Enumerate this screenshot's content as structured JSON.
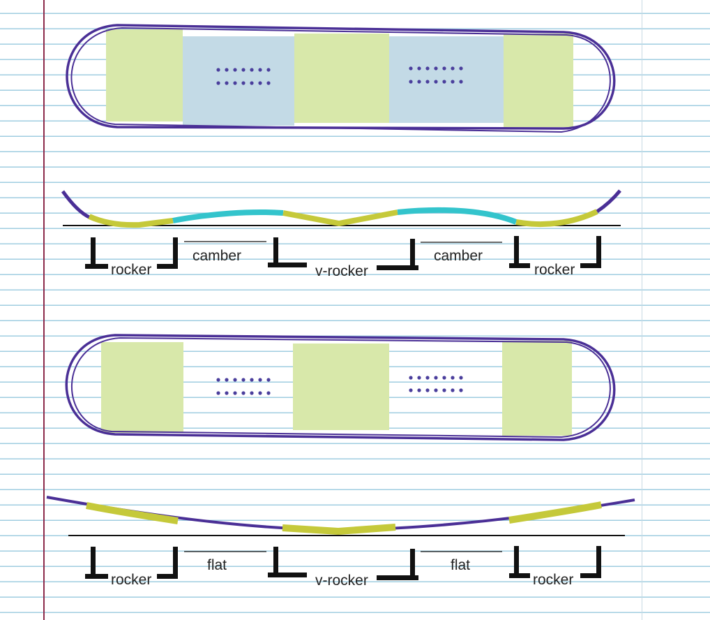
{
  "diagrams": [
    {
      "labels": [
        {
          "id": "rocker-left",
          "text": "rocker"
        },
        {
          "id": "camber-left",
          "text": "camber"
        },
        {
          "id": "v-rocker",
          "text": "v-rocker"
        },
        {
          "id": "camber-right",
          "text": "camber"
        },
        {
          "id": "rocker-right",
          "text": "rocker"
        }
      ]
    },
    {
      "labels": [
        {
          "id": "rocker-left",
          "text": "rocker"
        },
        {
          "id": "flat-left",
          "text": "flat"
        },
        {
          "id": "v-rocker",
          "text": "v-rocker"
        },
        {
          "id": "flat-right",
          "text": "flat"
        },
        {
          "id": "rocker-right",
          "text": "rocker"
        }
      ]
    }
  ],
  "colors": {
    "outline": "#4a2f96",
    "rocker_zone": "#d8e8aa",
    "camber_zone": "#c3dae6",
    "rocker_profile": "#c5c93a",
    "camber_profile": "#33c4cc",
    "bracket": "#111111"
  }
}
